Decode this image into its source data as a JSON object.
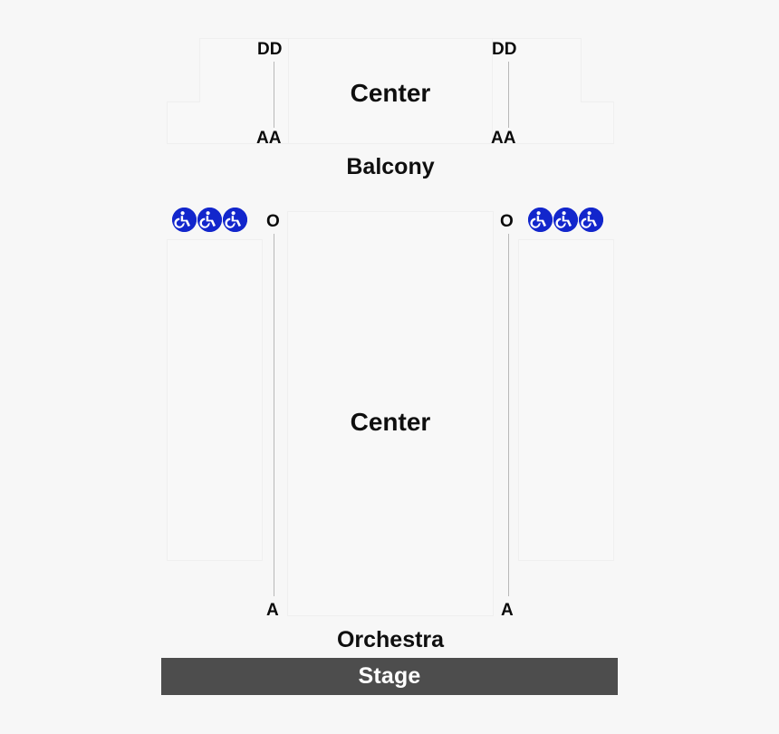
{
  "venue_map": {
    "background_color": "#f7f7f7",
    "section_fill_color": "#f8f8f8",
    "section_border_color": "#efefef",
    "aisle_line_color": "#b8b8b8",
    "accessible_icon_color": "#1226cc",
    "stage_color": "#4d4d4d",
    "stage_text_color": "#ffffff"
  },
  "balcony": {
    "name": "Balcony",
    "center_label": "Center",
    "row_labels": {
      "top_left": "DD",
      "top_right": "DD",
      "bottom_left": "AA",
      "bottom_right": "AA"
    }
  },
  "orchestra": {
    "name": "Orchestra",
    "center_label": "Center",
    "row_labels": {
      "top_left": "O",
      "top_right": "O",
      "bottom_left": "A",
      "bottom_right": "A"
    },
    "accessible_seating": {
      "icon": "wheelchair-icon",
      "left_count": 3,
      "right_count": 3
    }
  },
  "stage": {
    "label": "Stage"
  }
}
